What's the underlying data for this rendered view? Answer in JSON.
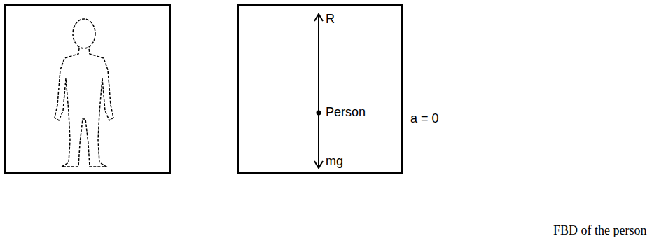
{
  "diagram": {
    "caption": "FBD of the person",
    "nodes": [
      {
        "text": [
          "R",
          "Person",
          "mg"
        ]
      }
    ],
    "labels": [
      "a = 0"
    ]
  }
}
